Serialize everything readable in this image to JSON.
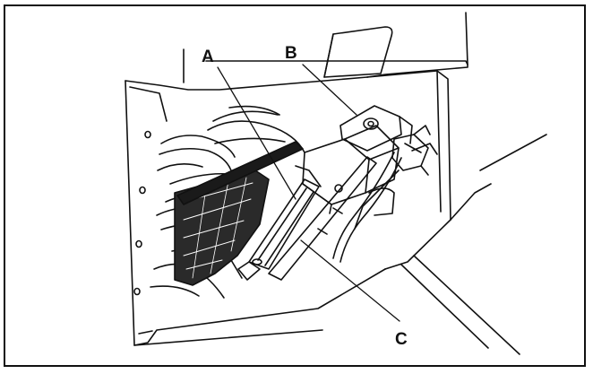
{
  "figure": {
    "callouts": {
      "a": "A",
      "b": "B",
      "c": "C"
    }
  },
  "icons": [
    "line-drawing-illustration"
  ],
  "colors": {
    "ink": "#111111",
    "paper": "#ffffff"
  }
}
